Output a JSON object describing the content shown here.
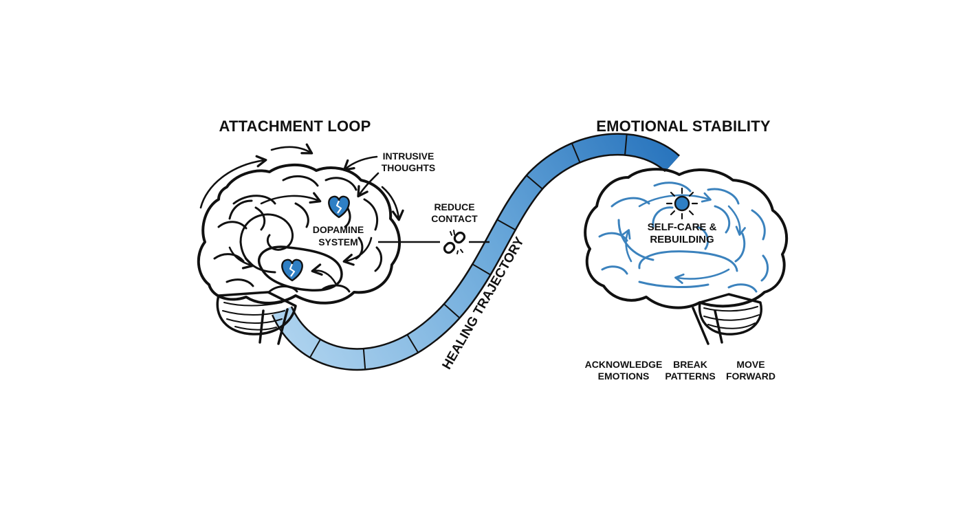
{
  "colors": {
    "ink": "#111111",
    "accent": "#2f7fc4",
    "accent_light": "#a9d0ee",
    "accent_dark": "#2874bd",
    "brain_blue_line": "#3b82bd",
    "brain_blue_fill": "#eaf3fb"
  },
  "left_panel": {
    "title": "ATTACHMENT LOOP",
    "intrusive_thoughts": [
      "INTRUSIVE",
      "THOUGHTS"
    ],
    "dopamine_system": [
      "DOPAMINE",
      "SYSTEM"
    ],
    "icons": [
      "broken-heart-icon",
      "broken-heart-icon"
    ]
  },
  "connector": {
    "label": [
      "REDUCE",
      "CONTACT"
    ],
    "icon": "broken-chain-icon"
  },
  "trajectory": {
    "label": "HEALING TRAJECTORY"
  },
  "right_panel": {
    "title": "EMOTIONAL STABILITY",
    "center_label": [
      "SELF-CARE &",
      "REBUILDING"
    ],
    "icon": "sun-icon",
    "steps": [
      {
        "line1": "ACKNOWLEDGE",
        "line2": "EMOTIONS"
      },
      {
        "line1": "BREAK",
        "line2": "PATTERNS"
      },
      {
        "line1": "MOVE",
        "line2": "FORWARD"
      }
    ]
  }
}
